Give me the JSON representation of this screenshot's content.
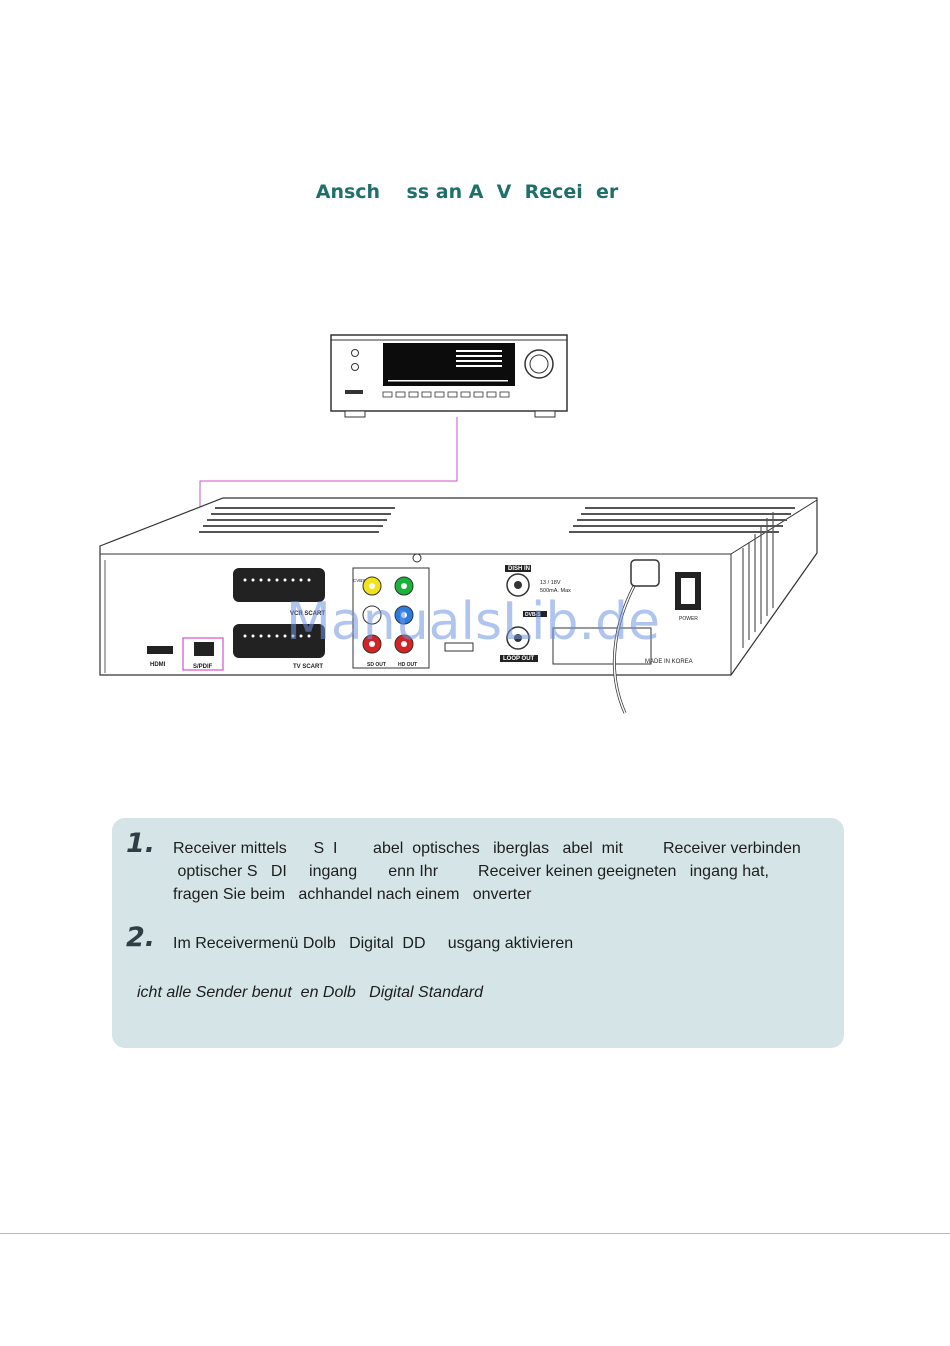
{
  "page": {
    "title": "Ansch    ss an A  V  Recei  er"
  },
  "diagram": {
    "labels": {
      "dish_in": "DISH IN",
      "dish_spec_1": "13 / 18V",
      "dish_spec_2": "500mA. Max",
      "dvb": "DVB-S",
      "loop_out": "LOOP OUT",
      "hdmi": "HDMI",
      "spdif": "S/PDIF",
      "vcr_scart": "VCR SCART",
      "tv_scart": "TV SCART",
      "sd_out": "SD OUT",
      "hd_out": "HD OUT",
      "cvbs": "CVBS",
      "power": "POWER",
      "made_in": "MADE IN KOREA"
    },
    "colors": {
      "cable": "#d44fd0",
      "yellow_jack": "#f1e21a",
      "green_jack": "#19b33a",
      "blue_jack": "#2a7de0",
      "red_jack": "#d42424"
    }
  },
  "watermark": "ManualsLib.de",
  "steps": [
    {
      "number": "1.",
      "lines": [
        "Receiver mittels      S  I        abel  optisches   iberglas   abel  mit         Receiver verbinden",
        " optischer S   DI     ingang       enn Ihr         Receiver keinen geeigneten   ingang hat,",
        "fragen Sie beim   achhandel nach einem   onverter"
      ]
    },
    {
      "number": "2.",
      "lines": [
        "Im Receivermenü Dolb   Digital  DD     usgang aktivieren"
      ]
    }
  ],
  "note": "icht alle Sender benut  en Dolb   Digital Standard"
}
